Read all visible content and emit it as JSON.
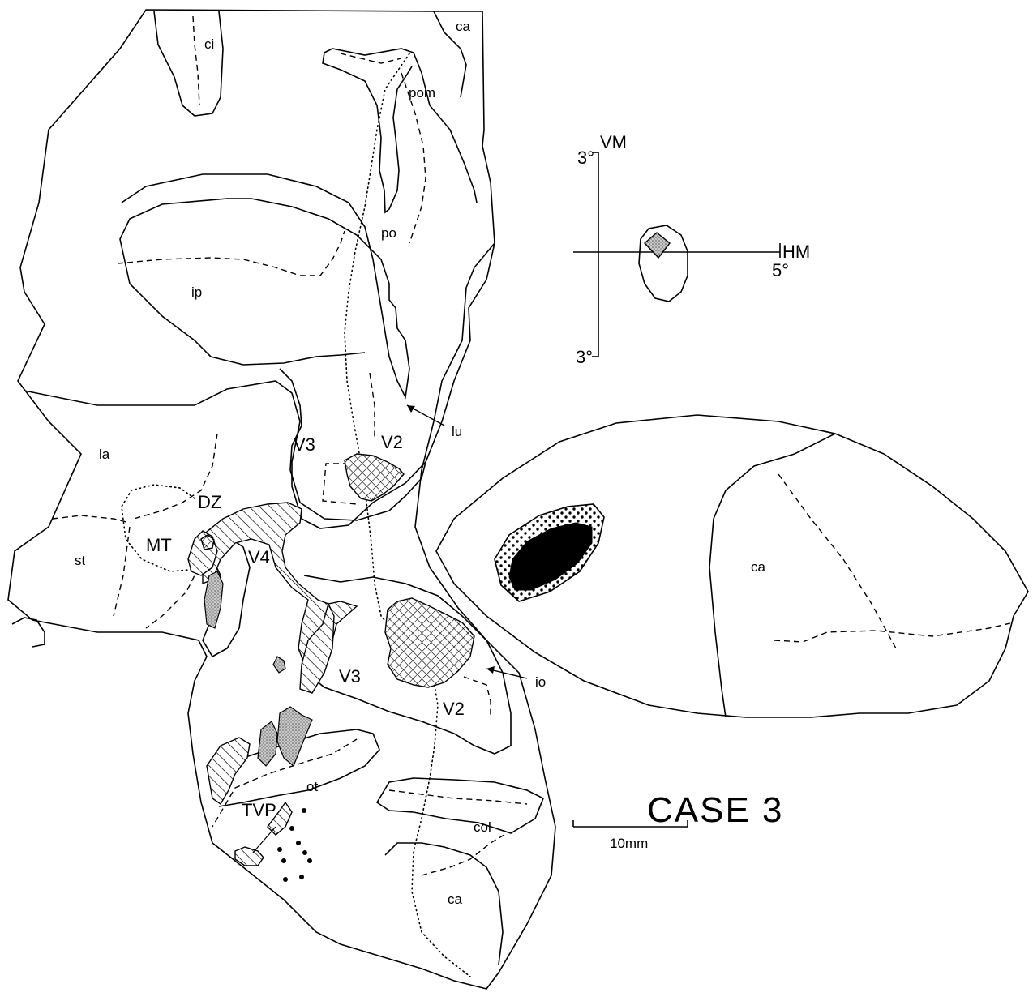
{
  "figure": {
    "title": "CASE 3",
    "scale_bar_label": "10mm",
    "visual_field": {
      "vm_label": "VM",
      "hm_label": "HM",
      "vm_top": "3°",
      "vm_bottom": "3°",
      "hm_ecc": "5°"
    },
    "regions": {
      "ci": "ci",
      "ca_top": "ca",
      "pom": "pom",
      "po": "po",
      "ip": "ip",
      "la": "la",
      "st": "st",
      "dz": "DZ",
      "mt": "MT",
      "v3_upper": "V3",
      "v2_upper": "V2",
      "lu": "lu",
      "v4": "V4",
      "v3_lower": "V3",
      "v2_lower": "V2",
      "io": "io",
      "ot": "ot",
      "tvp": "TVP",
      "col": "col",
      "ca_bottom": "ca",
      "ca_right": "ca"
    }
  },
  "colors": {
    "line": "#000000",
    "background": "#ffffff",
    "stipple": "#bdbdbd"
  }
}
